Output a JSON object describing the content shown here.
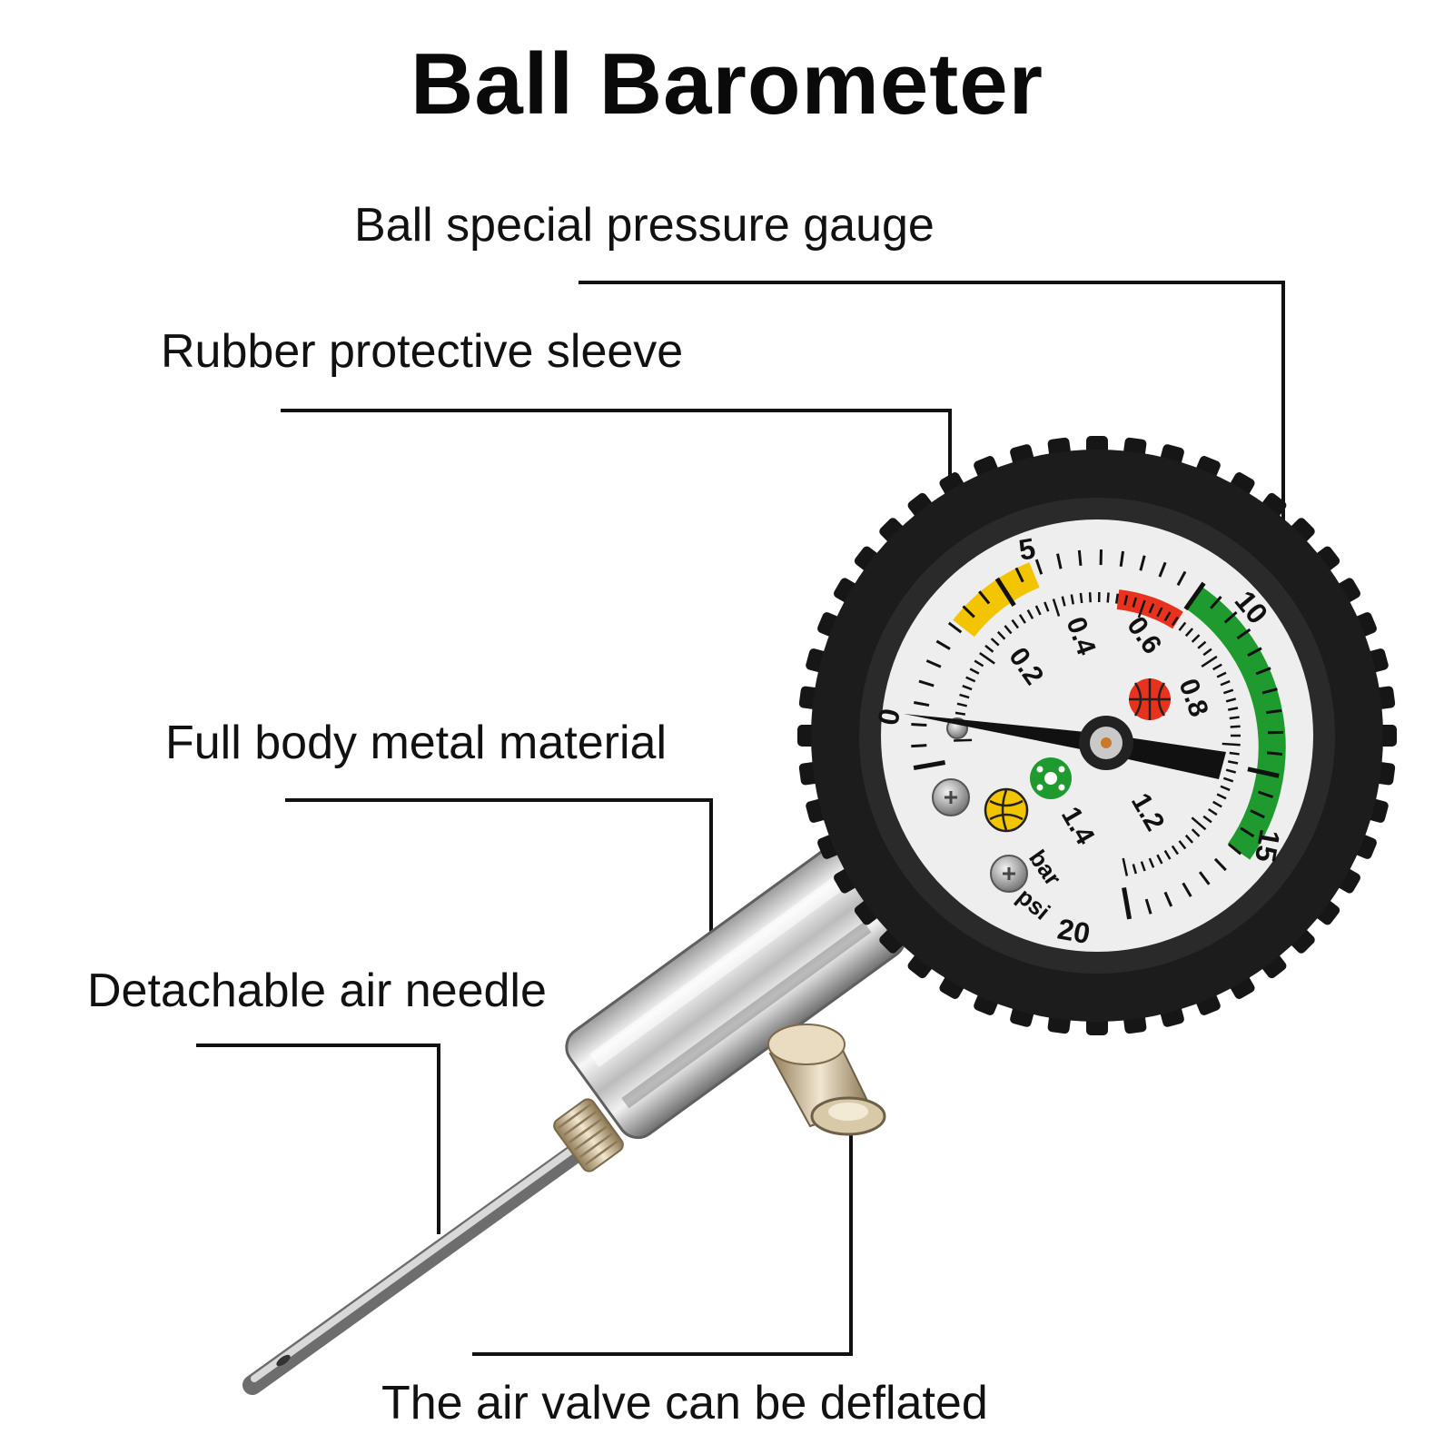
{
  "title": "Ball Barometer",
  "callouts": {
    "gauge": "Ball special pressure gauge",
    "sleeve": "Rubber protective sleeve",
    "metal": "Full body metal material",
    "needle": "Detachable air needle",
    "valve": "The air valve can be deflated"
  },
  "dial": {
    "psi_labels": [
      "0",
      "5",
      "10",
      "15",
      "20"
    ],
    "bar_labels": [
      "0.2",
      "0.4",
      "0.6",
      "0.8",
      "1.2",
      "1.4"
    ],
    "unit_bar": "bar",
    "unit_psi": "psi"
  },
  "colors": {
    "line": "#111111",
    "rubber": "#1c1c1c",
    "dial_face": "#eeeeee",
    "zone_yellow": "#f2c500",
    "zone_red": "#e8321e",
    "zone_green": "#1f9a2e",
    "metal_light": "#f4f4f4",
    "metal_dark": "#8a8a8a"
  }
}
